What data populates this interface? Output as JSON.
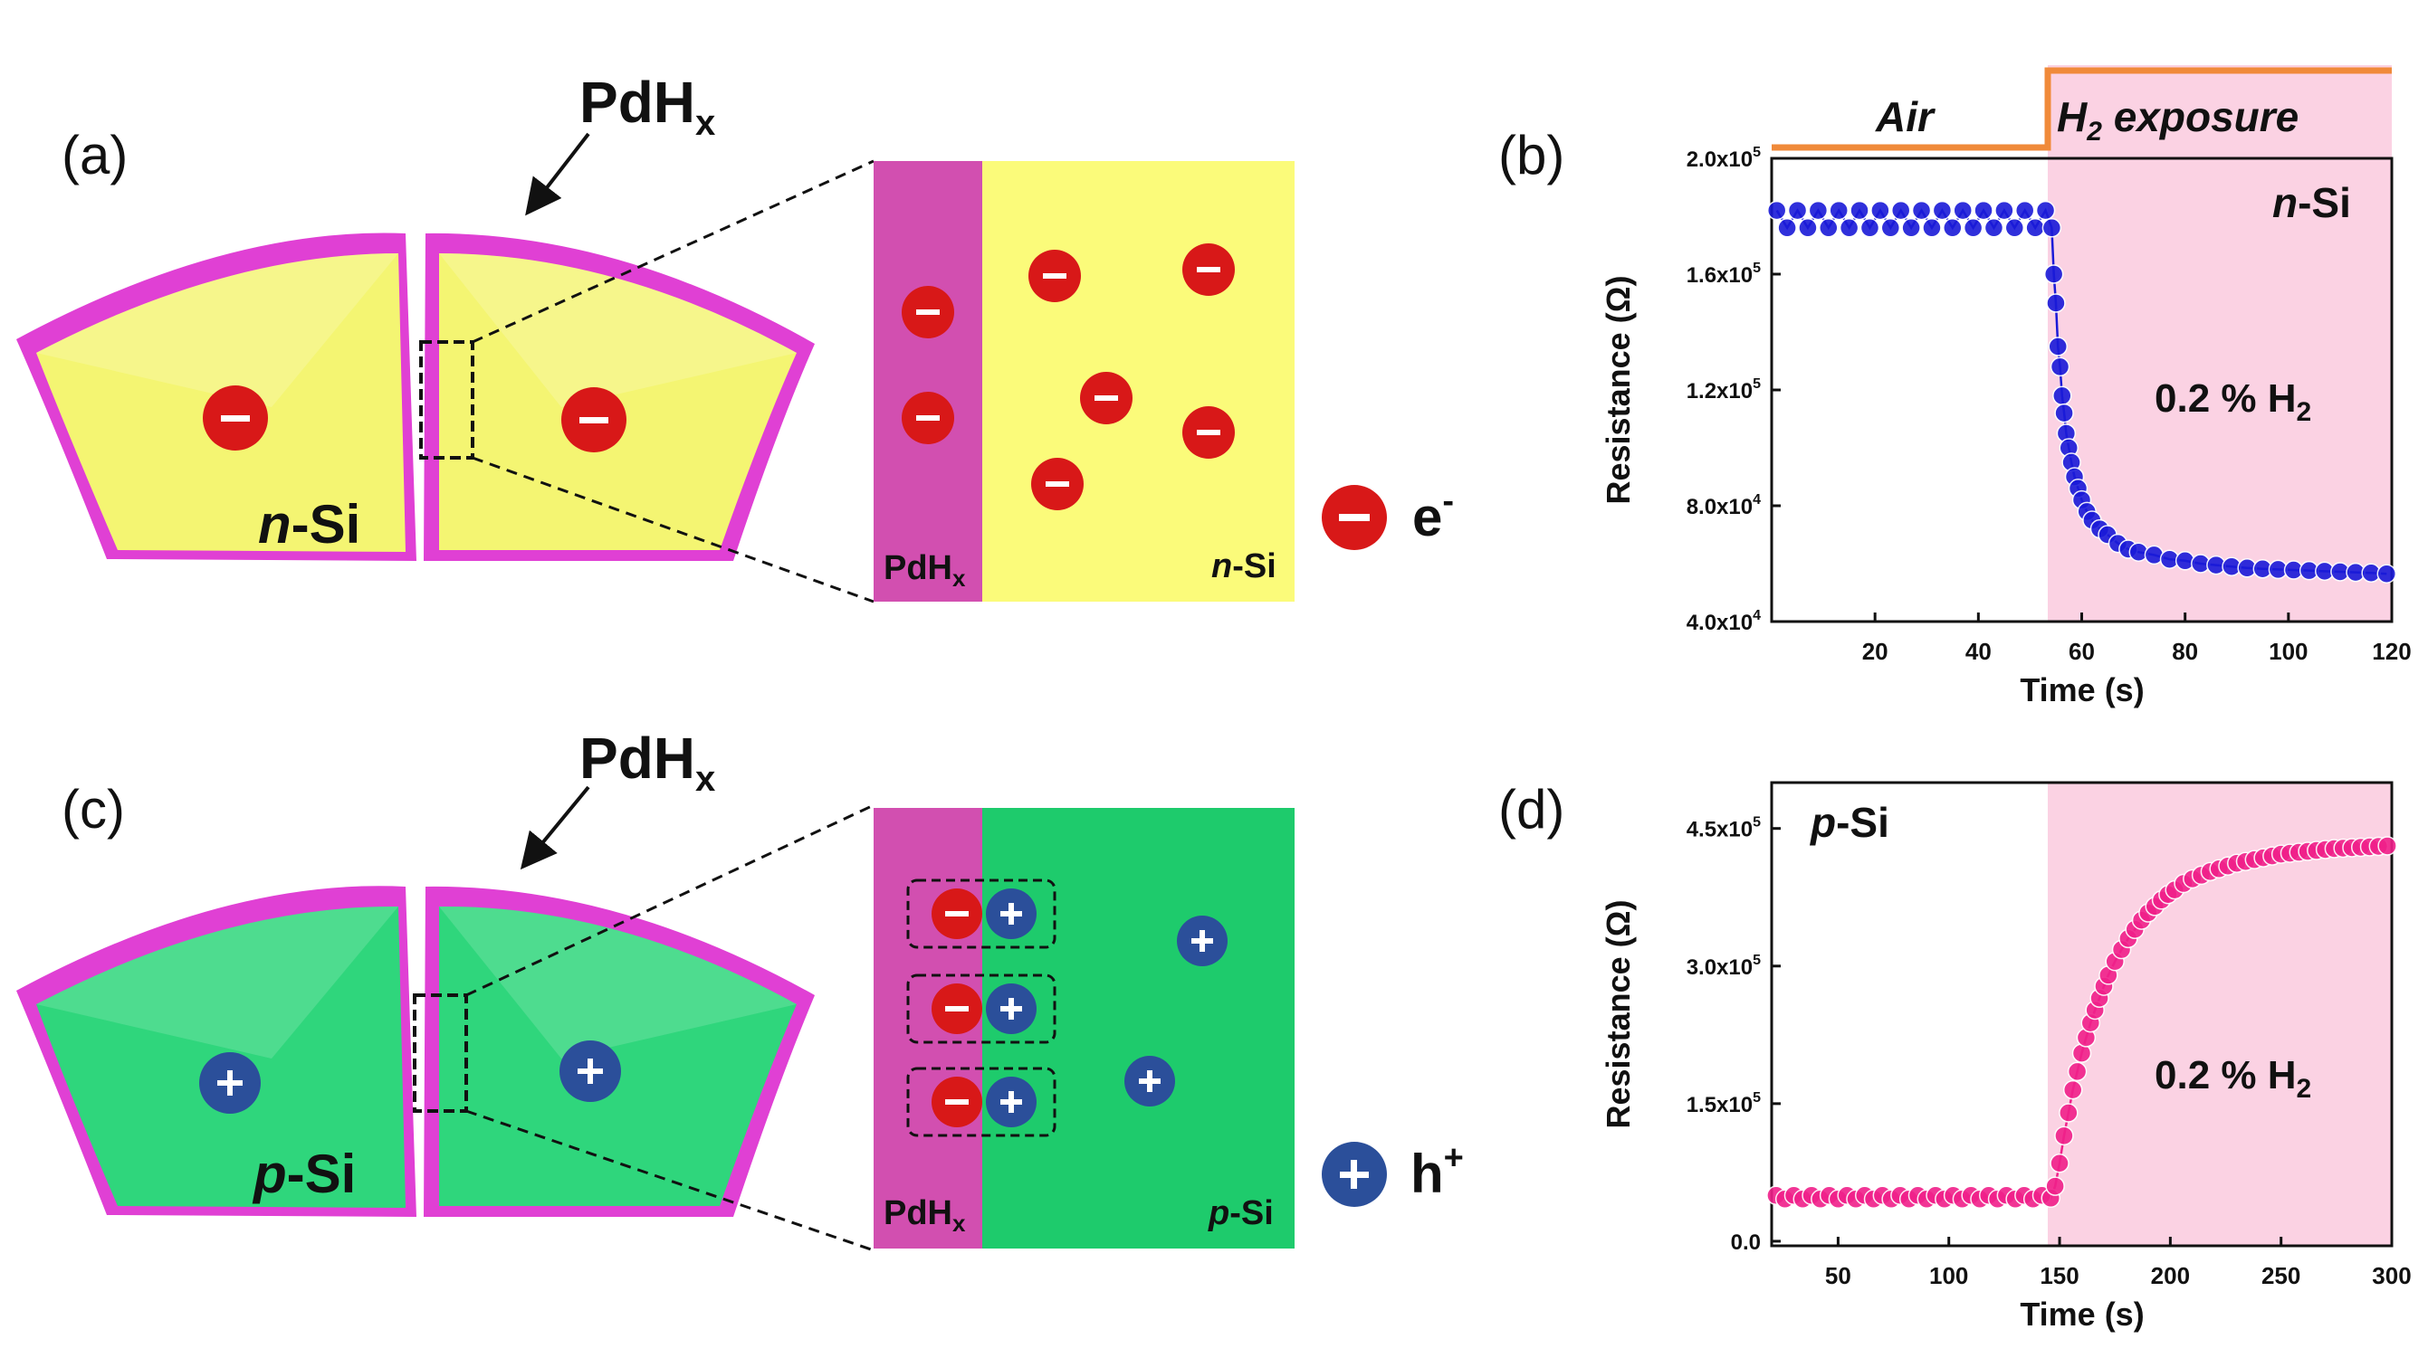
{
  "colors": {
    "pd": "#e040d4",
    "pd_box": "#d24fb0",
    "n_si": "#f4f572",
    "n_si_box": "#fbfb7a",
    "p_si": "#2fd67c",
    "p_si_box": "#1ecb6c",
    "electron": "#d81818",
    "hole": "#2b4f9a",
    "h2_shade": "#fbd2e3",
    "h2_line": "#f08a3a",
    "n_curve": "#1a1ad8",
    "p_curve": "#f0208a"
  },
  "legend": {
    "electron_symbol": "−",
    "hole_symbol": "+",
    "electron_label": "e",
    "electron_sup": "-",
    "hole_label": "h",
    "hole_sup": "+"
  },
  "panel_a": {
    "label": "(a)",
    "pd_callout_main": "PdH",
    "pd_callout_sub": "x",
    "grain_label_italic": "n",
    "grain_label_rest": "-Si",
    "zoom_pd_main": "PdH",
    "zoom_pd_sub": "x",
    "zoom_semi_italic": "n",
    "zoom_semi_rest": "-Si"
  },
  "panel_c": {
    "label": "(c)",
    "pd_callout_main": "PdH",
    "pd_callout_sub": "x",
    "grain_label_italic": "p",
    "grain_label_rest": "-Si",
    "zoom_pd_main": "PdH",
    "zoom_pd_sub": "x",
    "zoom_semi_italic": "p",
    "zoom_semi_rest": "-Si"
  },
  "chart_data": [
    {
      "type": "scatter",
      "panel_label": "(b)",
      "tag_italic": "n",
      "tag_rest": "-Si",
      "annotation_main": "0.2 % H",
      "annotation_sub": "2",
      "air_label": "Air",
      "h2_label_main": "H",
      "h2_label_sub": "2",
      "h2_label_rest": " exposure",
      "xlabel": "Time (s)",
      "ylabel": "Resistance (Ω)",
      "xlim": [
        0,
        120
      ],
      "ylim": [
        40000,
        200000
      ],
      "xticks": [
        20,
        40,
        60,
        80,
        100,
        120
      ],
      "yticks": [
        {
          "mantissa": "4.0x10",
          "exp": "4",
          "value": 40000
        },
        {
          "mantissa": "8.0x10",
          "exp": "4",
          "value": 80000
        },
        {
          "mantissa": "1.2x10",
          "exp": "5",
          "value": 120000
        },
        {
          "mantissa": "1.6x10",
          "exp": "5",
          "value": 160000
        },
        {
          "mantissa": "2.0x10",
          "exp": "5",
          "value": 200000
        }
      ],
      "h2_start": 54,
      "grid": false,
      "series": [
        {
          "x": [
            1,
            3,
            5,
            7,
            9,
            11,
            13,
            15,
            17,
            19,
            21,
            23,
            25,
            27,
            29,
            31,
            33,
            35,
            37,
            39,
            41,
            43,
            45,
            47,
            49,
            51,
            53,
            54.2,
            54.6,
            55,
            55.4,
            55.8,
            56.2,
            56.6,
            57,
            57.5,
            58,
            58.6,
            59.3,
            60,
            61,
            62,
            63.5,
            65,
            67,
            69,
            71,
            74,
            77,
            80,
            83,
            86,
            89,
            92,
            95,
            98,
            101,
            104,
            107,
            110,
            113,
            116,
            119
          ],
          "y": [
            182000,
            176000,
            182000,
            176000,
            182000,
            176000,
            182000,
            176000,
            182000,
            176000,
            182000,
            176000,
            182000,
            176000,
            182000,
            176000,
            182000,
            176000,
            182000,
            176000,
            182000,
            176000,
            182000,
            176000,
            182000,
            176000,
            182000,
            176000,
            160000,
            150000,
            135000,
            128000,
            118000,
            112000,
            105000,
            100000,
            95000,
            90000,
            86000,
            82000,
            78000,
            75000,
            72000,
            70000,
            67000,
            65000,
            64000,
            63000,
            61500,
            61000,
            60000,
            59500,
            59000,
            58500,
            58200,
            58000,
            57800,
            57600,
            57400,
            57200,
            57000,
            56800,
            56500
          ]
        }
      ]
    },
    {
      "type": "scatter",
      "panel_label": "(d)",
      "tag_italic": "p",
      "tag_rest": "-Si",
      "annotation_main": "0.2 % H",
      "annotation_sub": "2",
      "xlabel": "Time (s)",
      "ylabel": "Resistance (Ω)",
      "xlim": [
        20,
        300
      ],
      "ylim": [
        -5000,
        500000
      ],
      "xticks": [
        50,
        100,
        150,
        200,
        250,
        300
      ],
      "yticks": [
        {
          "mantissa": "0.0",
          "exp": "",
          "value": 0
        },
        {
          "mantissa": "1.5x10",
          "exp": "5",
          "value": 150000
        },
        {
          "mantissa": "3.0x10",
          "exp": "5",
          "value": 300000
        },
        {
          "mantissa": "4.5x10",
          "exp": "5",
          "value": 450000
        }
      ],
      "h2_start": 145,
      "grid": false,
      "series": [
        {
          "x": [
            22,
            26,
            30,
            34,
            38,
            42,
            46,
            50,
            54,
            58,
            62,
            66,
            70,
            74,
            78,
            82,
            86,
            90,
            94,
            98,
            102,
            106,
            110,
            114,
            118,
            122,
            126,
            130,
            134,
            138,
            142,
            146,
            148,
            150,
            152,
            154,
            156,
            158,
            160,
            162,
            164,
            166,
            168,
            170,
            172,
            175,
            178,
            181,
            184,
            187,
            190,
            193,
            196,
            199,
            202,
            206,
            210,
            214,
            218,
            222,
            226,
            230,
            234,
            238,
            242,
            246,
            250,
            254,
            258,
            262,
            266,
            270,
            274,
            278,
            282,
            286,
            290,
            294,
            298
          ],
          "y": [
            50000,
            46000,
            50000,
            46000,
            50000,
            46000,
            50000,
            46000,
            50000,
            46000,
            50000,
            46000,
            50000,
            46000,
            50000,
            46000,
            50000,
            46000,
            50000,
            46000,
            50000,
            46000,
            50000,
            46000,
            50000,
            46000,
            50000,
            46000,
            50000,
            46000,
            50000,
            47000,
            60000,
            85000,
            115000,
            140000,
            165000,
            185000,
            205000,
            222000,
            238000,
            252000,
            265000,
            278000,
            290000,
            305000,
            318000,
            330000,
            340000,
            350000,
            358000,
            365000,
            372000,
            378000,
            383000,
            390000,
            395000,
            399000,
            403000,
            406000,
            409000,
            412000,
            414000,
            416000,
            418000,
            420000,
            422000,
            423000,
            424000,
            425000,
            426000,
            427000,
            428000,
            428500,
            429000,
            429500,
            430000,
            430500,
            431000
          ]
        }
      ]
    }
  ]
}
